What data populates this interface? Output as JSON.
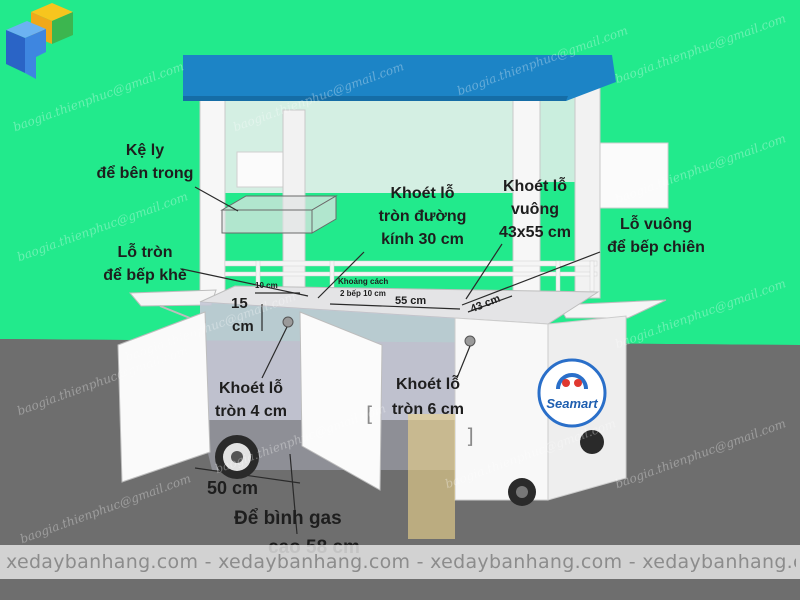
{
  "labels": {
    "cup_shelf": {
      "line1": "Kệ ly",
      "line2": "để bên trong"
    },
    "round_hole_30": {
      "line1": "Khoét lỗ",
      "line2": "tròn đường",
      "line3": "kính 30 cm"
    },
    "square_hole": {
      "line1": "Khoét lỗ",
      "line2": "vuông",
      "line3": "43x55 cm"
    },
    "fryer_hole": {
      "line1": "Lỗ vuông",
      "line2": "để bếp chiên"
    },
    "burner_hole": {
      "line1": "Lỗ tròn",
      "line2": "để bếp khè"
    },
    "hole_4cm": {
      "line1": "Khoét lỗ",
      "line2": "tròn 4 cm"
    },
    "hole_6cm": {
      "line1": "Khoét lỗ",
      "line2": "tròn 6 cm"
    },
    "gas": {
      "line1": "Để bình gas",
      "line2": "cao 58 cm"
    }
  },
  "dimensions": {
    "edge_gap": "10 cm",
    "burner_gap_line1": "Khoảng cách",
    "burner_gap_line2": "2 bếp 10 cm",
    "square_width": "55 cm",
    "square_depth": "43 cm",
    "hole_offset": "15",
    "hole_offset_unit": "cm",
    "cabinet_width": "50 cm"
  },
  "brand": {
    "name": "Seamart",
    "logo_icon": "wave-icon"
  },
  "door_handles": {
    "left": "[",
    "right": "]"
  },
  "watermarks": {
    "email": "baogia.thienphuc@gmail.com",
    "footer": "xedaybanhang.com - xedaybanhang.com - xedaybanhang.com - xedaybanhang.com"
  },
  "icons": {
    "site_logo": "isometric-cube-logo-icon"
  },
  "colors": {
    "sky": "#22ea8c",
    "ground": "#6e6e6e",
    "roof": "#1c84c6",
    "label_text": "#1e1e1e",
    "brand_blue": "#1f5fb0"
  }
}
